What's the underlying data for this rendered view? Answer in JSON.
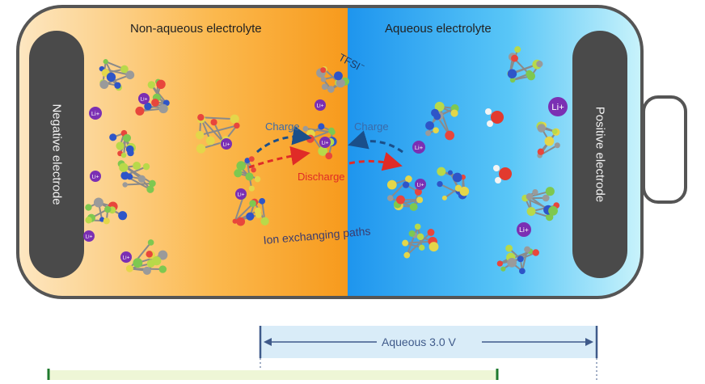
{
  "labels": {
    "left_region": "Non-aqueous electrolyte",
    "right_region": "Aqueous electrolyte",
    "negative_electrode": "Negative electrode",
    "positive_electrode": "Positive electrode",
    "anion": "TFSI",
    "anion_charge": "−",
    "charge_left": "Charge",
    "charge_right": "Charge",
    "discharge": "Discharge",
    "paths": "Ion exchanging paths",
    "window": "Aqueous 3.0 V",
    "ion": "Li",
    "ion_charge": "+"
  },
  "colors": {
    "left_gradient": [
      "#fde7c2",
      "#fbb84d",
      "#f79a1c"
    ],
    "right_gradient": [
      "#1e95ee",
      "#59c6f7",
      "#c9f3fb"
    ],
    "electrode": "#4a4a4a",
    "case": "#555555",
    "charge_arrow": "#1a4f8a",
    "discharge_arrow": "#e02b27",
    "window_fill": "#d9ecf8",
    "window_line": "#3f5a8a",
    "lower_bar_fill": "#eef6d6",
    "lower_bar_line": "#1f7a2e"
  }
}
